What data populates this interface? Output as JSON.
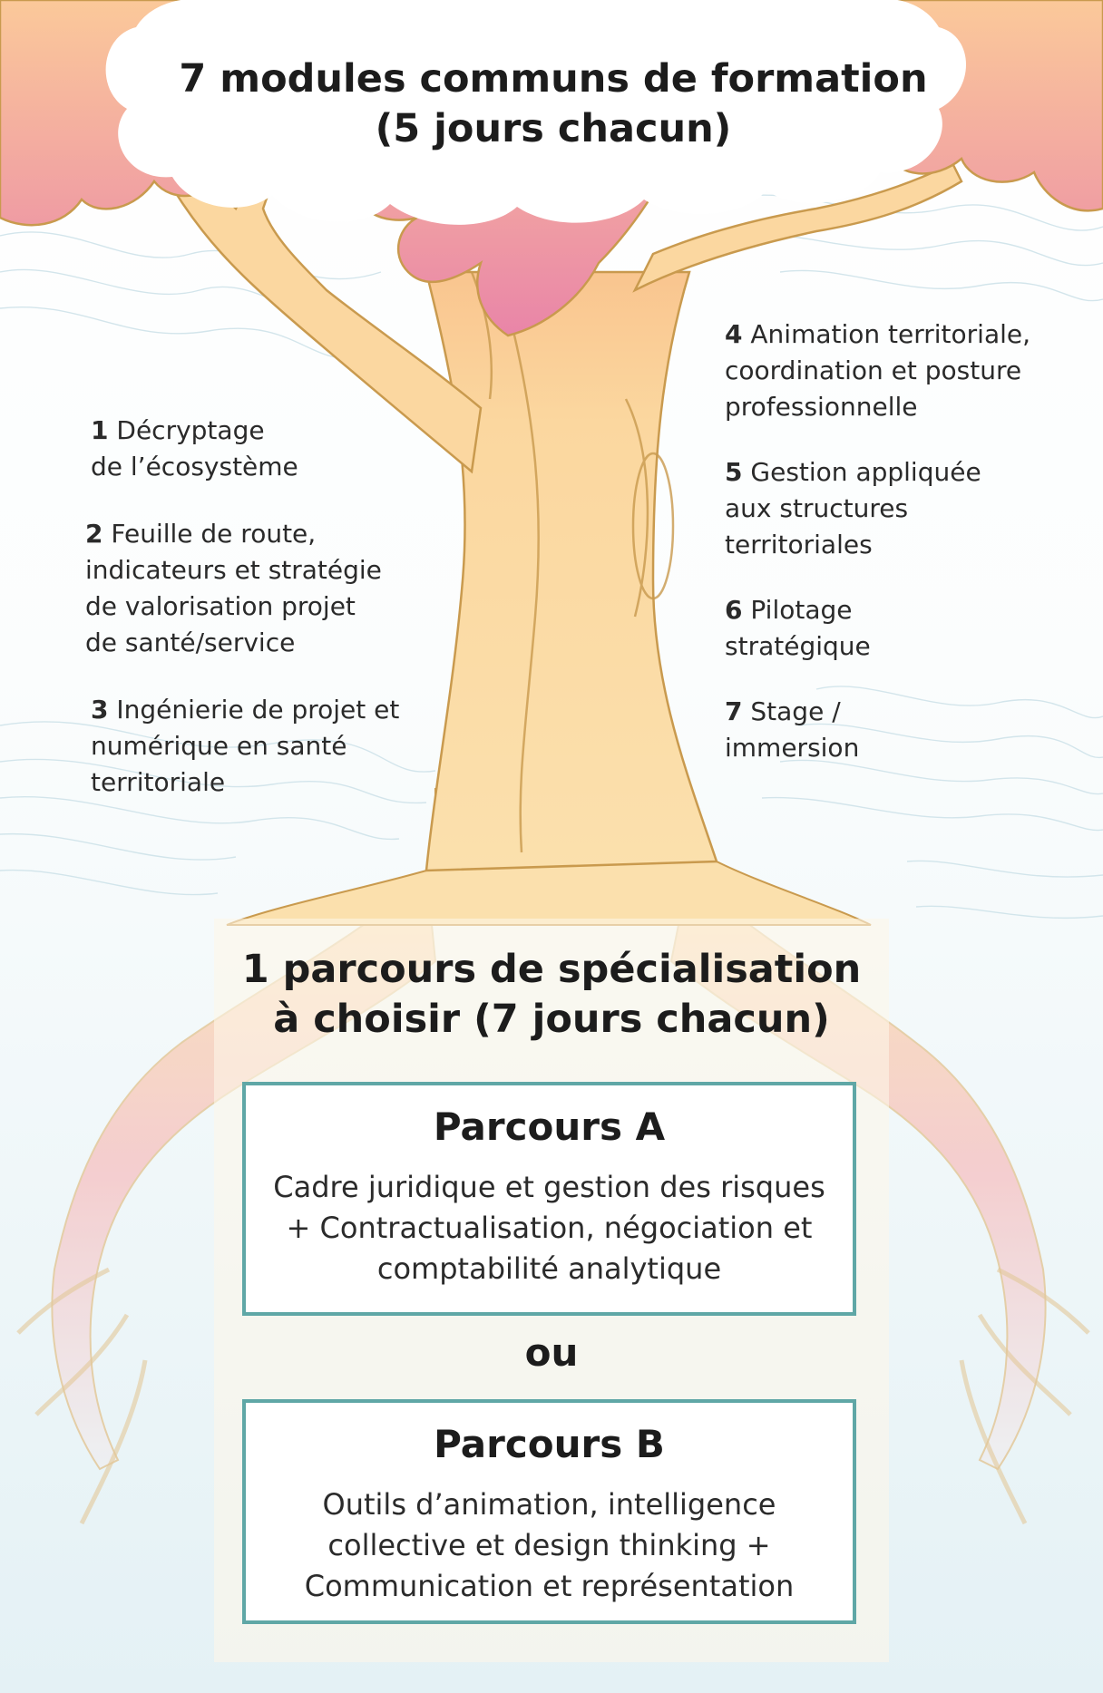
{
  "header": {
    "title_line1": "7 modules communs de formation",
    "title_line2": "(5 jours chacun)"
  },
  "modules_left": [
    {
      "number": "1",
      "label": "Décryptage",
      "label2": "de l’écosystème",
      "label3": "",
      "label4": ""
    },
    {
      "number": "2",
      "label": "Feuille de route,",
      "label2": "indicateurs et stratégie",
      "label3": "de valorisation projet",
      "label4": "de santé/service"
    },
    {
      "number": "3",
      "label": "Ingénierie de projet et",
      "label2": "numérique en santé",
      "label3": "territoriale",
      "label4": ""
    }
  ],
  "modules_right": [
    {
      "number": "4",
      "label": "Animation territoriale,",
      "label2": "coordination et posture",
      "label3": "professionnelle"
    },
    {
      "number": "5",
      "label": "Gestion appliquée",
      "label2": "aux structures",
      "label3": "territoriales"
    },
    {
      "number": "6",
      "label": "Pilotage",
      "label2": "stratégique",
      "label3": ""
    },
    {
      "number": "7",
      "label": "Stage /",
      "label2": "immersion",
      "label3": ""
    }
  ],
  "specialisation": {
    "title_line1": "1 parcours de spécialisation",
    "title_line2": "à choisir (7 jours chacun)",
    "separator": "ou",
    "parcours_a": {
      "title": "Parcours A",
      "line1": "Cadre juridique et gestion des risques",
      "line2": "+ Contractualisation, négociation et",
      "line3": "comptabilité analytique"
    },
    "parcours_b": {
      "title": "Parcours B",
      "line1": "Outils d’animation, intelligence",
      "line2": "collective et design thinking +",
      "line3": "Communication et représentation"
    }
  },
  "colors": {
    "trunk": "#fbd7a0",
    "trunk_outline": "#c99a4e",
    "foliage_top": "#fbc99a",
    "foliage_bottom": "#e985a8",
    "cloud": "#ffffff",
    "box_border": "#5fa7a6",
    "contour_lines": "#cfe3ea"
  }
}
